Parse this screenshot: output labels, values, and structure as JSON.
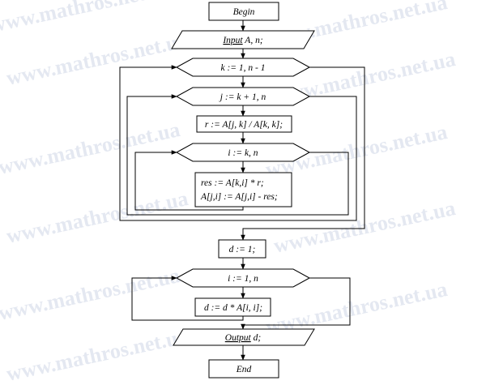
{
  "watermark": "www.mathros.net.ua",
  "nodes": {
    "begin": "Begin",
    "input_keyword": "Input",
    "input_rest": " A, n;",
    "loop_k": "k := 1, n - 1",
    "loop_j": "j := k + 1, n",
    "assign_r": "r := A[j, k] / A[k, k];",
    "loop_i1": "i := k, n",
    "assign_res": "res := A[k,i] * r;",
    "assign_aji": "A[j,i] := A[j,i] - res;",
    "assign_d": "d := 1;",
    "loop_i2": "i := 1, n",
    "assign_d2": "d := d * A[i, i];",
    "output_keyword": "Output",
    "output_rest": " d;",
    "end": "End"
  }
}
